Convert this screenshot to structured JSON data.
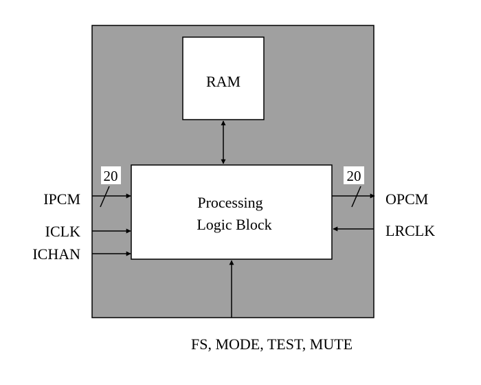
{
  "diagram": {
    "blocks": {
      "ram": "RAM",
      "logic_line1": "Processing",
      "logic_line2": "Logic Block"
    },
    "inputs": {
      "ipcm": "IPCM",
      "iclk": "ICLK",
      "ichan": "ICHAN"
    },
    "outputs": {
      "opcm": "OPCM",
      "lrclk": "LRCLK"
    },
    "bus_width": {
      "in": "20",
      "out": "20"
    },
    "control_inputs": "FS, MODE, TEST, MUTE",
    "colors": {
      "enclosure": "#a0a0a0",
      "block": "#ffffff",
      "line": "#000000"
    }
  }
}
